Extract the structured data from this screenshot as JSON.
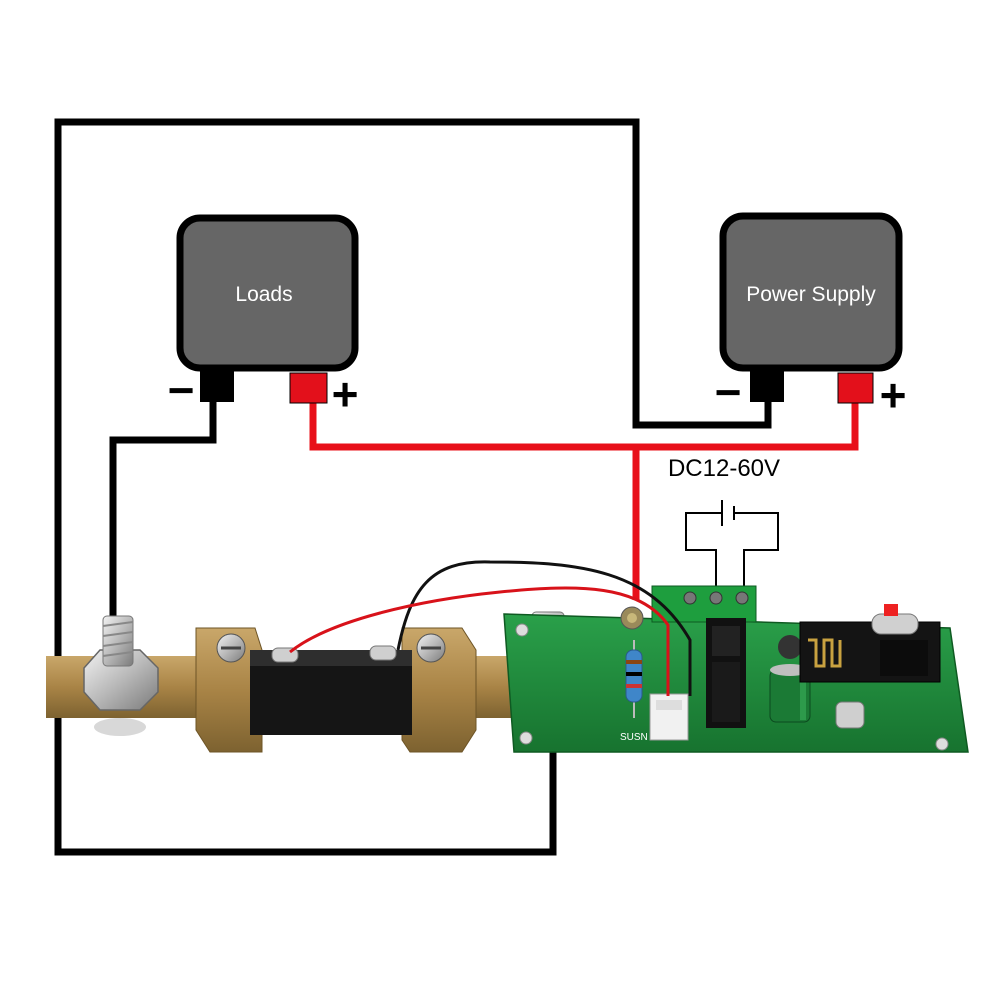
{
  "diagram": {
    "boxes": {
      "loads_label": "Loads",
      "power_supply_label": "Power Supply"
    },
    "terminals": {
      "minus": "−",
      "plus": "+"
    },
    "voltage_label": "DC12-60V",
    "board_silkscreen": "SUSN"
  },
  "colors": {
    "wire_black": "#000000",
    "wire_red": "#e8101a",
    "box_fill": "#666666",
    "terminal_red": "#e3101b",
    "shunt_brass": "#b08d55",
    "pcb_green": "#1f8a3a"
  },
  "icons": [
    "nut-bolt-icon",
    "screw-icon",
    "resistor-icon",
    "capacitor-icon",
    "wifi-module-icon",
    "connector-icon"
  ]
}
